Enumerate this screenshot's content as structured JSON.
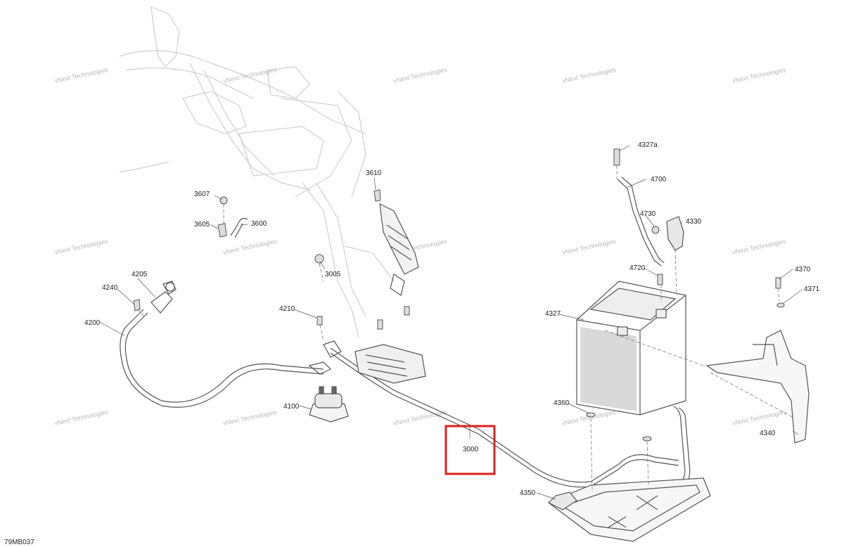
{
  "diagram": {
    "reference_code": "79MB037",
    "callouts": [
      "3000",
      "3005",
      "3600",
      "3605",
      "3607",
      "3610",
      "4100",
      "4200",
      "4205",
      "4210",
      "4240",
      "4327",
      "4327a",
      "4330",
      "4340",
      "4350",
      "4360",
      "4370",
      "4371",
      "4700",
      "4720",
      "4730"
    ],
    "highlighted_callout": "3000",
    "highlight_color": "#e02020",
    "watermark_text": "vNext Technologies",
    "line_color": "#555555",
    "ghost_color": "#cfcfcf"
  }
}
